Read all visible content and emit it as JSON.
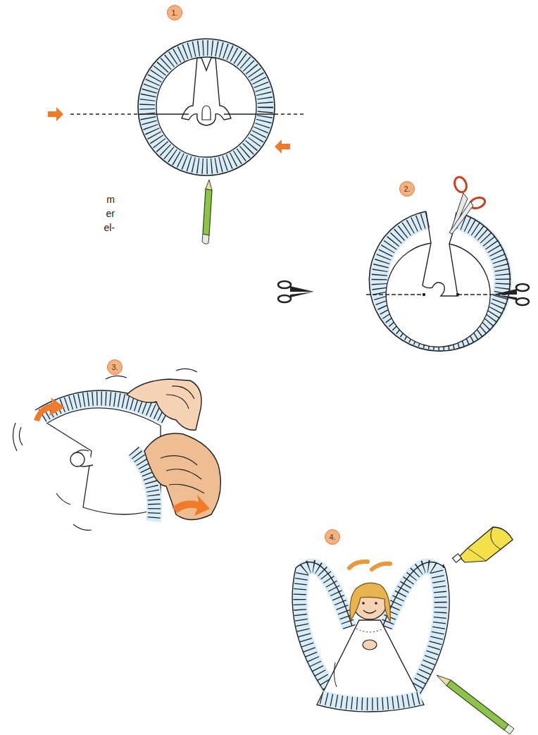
{
  "diagram": {
    "nodes": [
      {
        "text": [
          "1."
        ]
      },
      {
        "text": [
          "2."
        ]
      },
      {
        "text": [
          "3."
        ]
      },
      {
        "text": [
          "4."
        ]
      }
    ],
    "labels": [
      "m",
      "er",
      "el-"
    ]
  }
}
